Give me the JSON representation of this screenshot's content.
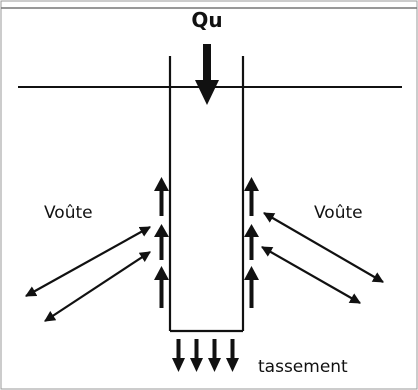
{
  "labels": {
    "load": "Qu",
    "arch_left": "Voûte",
    "arch_right": "Voûte",
    "settlement": "tassement"
  },
  "colors": {
    "ink": "#111111",
    "background": "#ffffff",
    "frame": "#999999"
  }
}
